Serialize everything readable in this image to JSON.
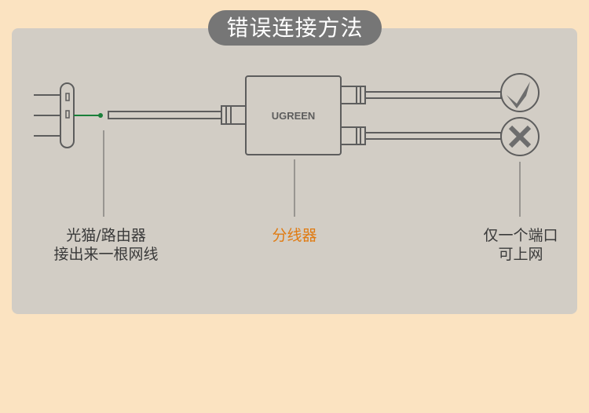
{
  "title": "错误连接方法",
  "device_brand": "UGREEN",
  "labels": {
    "source_line1": "光猫/路由器",
    "source_line2": "接出来一根网线",
    "splitter": "分线器",
    "result_line1": "仅一个端口",
    "result_line2": "可上网"
  },
  "icons": {
    "top_port": "check-icon",
    "bottom_port": "cross-icon"
  },
  "colors": {
    "background": "#fbe3c1",
    "panel": "#d2cdc5",
    "title_bg": "#767676",
    "accent": "#e07b12",
    "line": "#5d5d5d",
    "green": "#1a7f3a"
  }
}
